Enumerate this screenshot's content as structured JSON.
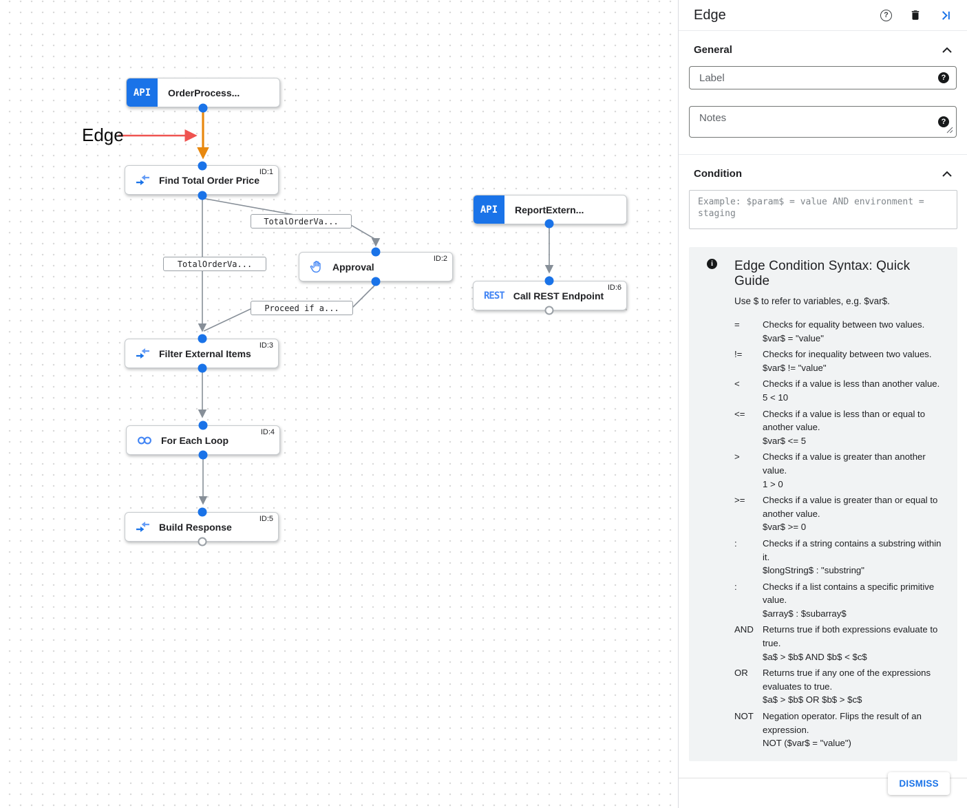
{
  "colors": {
    "accent_blue": "#1a73e8",
    "node_icon_blue": "#4285f4",
    "selected_edge_orange": "#e8880e",
    "annotation_red": "#ef5350",
    "edge_gray": "#878f98",
    "guide_bg": "#f1f3f4"
  },
  "canvas": {
    "annotation_label": "Edge",
    "badges": {
      "api": "API",
      "rest": "REST"
    },
    "nodes": [
      {
        "label": "OrderProcess...",
        "id": ""
      },
      {
        "label": "Find Total Order Price",
        "id": "ID:1"
      },
      {
        "label": "Approval",
        "id": "ID:2"
      },
      {
        "label": "ReportExtern...",
        "id": ""
      },
      {
        "label": "Call REST Endpoint",
        "id": "ID:6"
      },
      {
        "label": "Filter External Items",
        "id": "ID:3"
      },
      {
        "label": "For Each Loop",
        "id": "ID:4"
      },
      {
        "label": "Build Response",
        "id": "ID:5"
      }
    ],
    "edge_labels": [
      "TotalOrderVa...",
      "TotalOrderVa...",
      "Proceed if a..."
    ]
  },
  "panel": {
    "title": "Edge",
    "general": {
      "heading": "General",
      "label_placeholder": "Label",
      "notes_placeholder": "Notes"
    },
    "condition": {
      "heading": "Condition",
      "placeholder": "Example: $param$ = value AND environment = staging"
    },
    "guide": {
      "title": "Edge Condition Syntax: Quick Guide",
      "subtitle": "Use $ to refer to variables, e.g. $var$.",
      "rows": [
        {
          "op": "=",
          "desc": "Checks for equality between two values.",
          "example": "$var$ = \"value\""
        },
        {
          "op": "!=",
          "desc": "Checks for inequality between two values.",
          "example": "$var$ != \"value\""
        },
        {
          "op": "<",
          "desc": "Checks if a value is less than another value.",
          "example": "5 < 10"
        },
        {
          "op": "<=",
          "desc": "Checks if a value is less than or equal to another value.",
          "example": "$var$ <= 5"
        },
        {
          "op": ">",
          "desc": "Checks if a value is greater than another value.",
          "example": "1 > 0"
        },
        {
          "op": ">=",
          "desc": "Checks if a value is greater than or equal to another value.",
          "example": "$var$ >= 0"
        },
        {
          "op": ":",
          "desc": "Checks if a string contains a substring within it.",
          "example": "$longString$ : \"substring\""
        },
        {
          "op": ":",
          "desc": "Checks if a list contains a specific primitive value.",
          "example": "$array$ : $subarray$"
        },
        {
          "op": "AND",
          "desc": "Returns true if both expressions evaluate to true.",
          "example": "$a$ > $b$ AND $b$ < $c$"
        },
        {
          "op": "OR",
          "desc": "Returns true if any one of the expressions evaluates to true.",
          "example": "$a$ > $b$ OR $b$ > $c$"
        },
        {
          "op": "NOT",
          "desc": "Negation operator. Flips the result of an expression.",
          "example": "NOT ($var$ = \"value\")"
        }
      ]
    },
    "dismiss_label": "DISMISS"
  }
}
